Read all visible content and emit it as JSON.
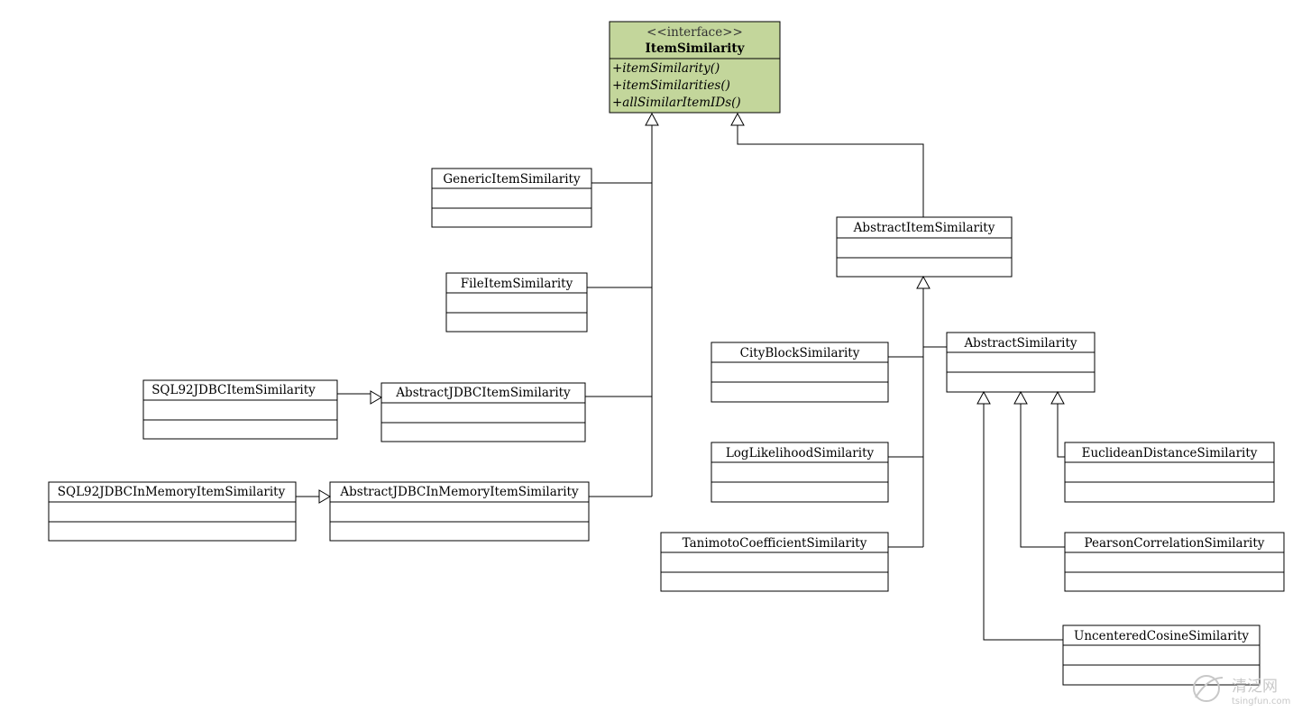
{
  "interface": {
    "stereotype": "<<interface>>",
    "name": "ItemSimilarity",
    "methods": [
      "+itemSimilarity()",
      "+itemSimilarities()",
      "+allSimilarItemIDs()"
    ]
  },
  "classes": {
    "generic_item_similarity": "GenericItemSimilarity",
    "file_item_similarity": "FileItemSimilarity",
    "sql92_jdbc_item_similarity": "SQL92JDBCItemSimilarity",
    "abstract_jdbc_item_similarity": "AbstractJDBCItemSimilarity",
    "sql92_jdbc_in_memory_item_similarity": "SQL92JDBCInMemoryItemSimilarity",
    "abstract_jdbc_in_memory_item_similarity": "AbstractJDBCInMemoryItemSimilarity",
    "abstract_item_similarity": "AbstractItemSimilarity",
    "city_block_similarity": "CityBlockSimilarity",
    "log_likelihood_similarity": "LogLikelihoodSimilarity",
    "tanimoto_coefficient_similarity": "TanimotoCoefficientSimilarity",
    "abstract_similarity": "AbstractSimilarity",
    "euclidean_distance_similarity": "EuclideanDistanceSimilarity",
    "pearson_correlation_similarity": "PearsonCorrelationSimilarity",
    "uncentered_cosine_similarity": "UncenteredCosineSimilarity"
  },
  "watermark": {
    "brand": "清泛网",
    "url": "tsingfun.com"
  },
  "colors": {
    "interface_fill": "#c3d69b",
    "line": "#000000",
    "watermark": "#c8c8c8"
  }
}
